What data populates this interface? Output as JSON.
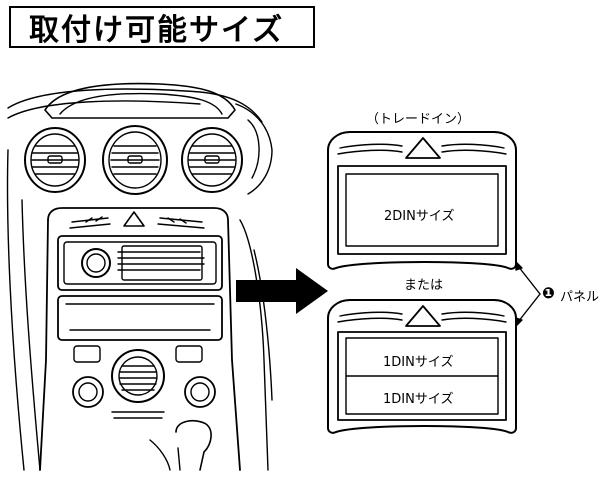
{
  "title": "取付け可能サイズ",
  "labels": {
    "trade_in": "（トレードイン）",
    "two_din": "2DINサイズ",
    "or": "または",
    "one_din_top": "1DINサイズ",
    "one_din_bottom": "1DINサイズ",
    "panel_number": "❶",
    "panel_text": "パネル"
  }
}
